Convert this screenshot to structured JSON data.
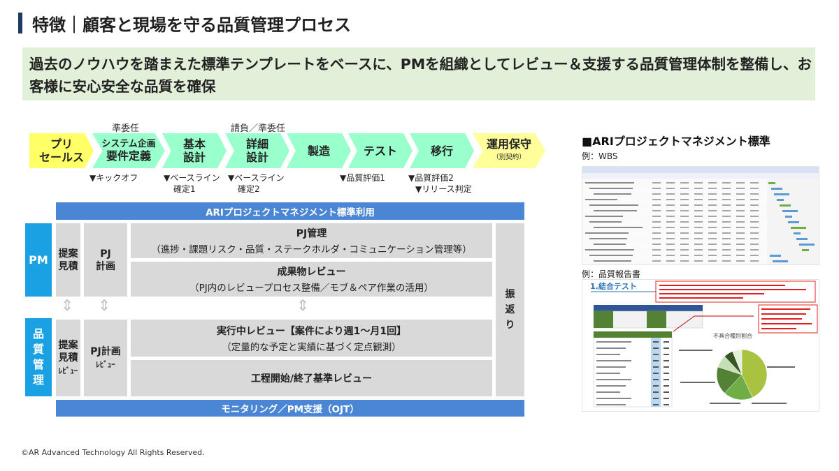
{
  "header": {
    "title": "特徴｜顧客と現場を守る品質管理プロセス"
  },
  "banner": {
    "text": "過去のノウハウを踏まえた標準テンプレートをベースに、PMを組織としてレビュー＆支援する品質管理体制を整備し、お客様に安心安全な品質を確保"
  },
  "phases": [
    {
      "label_line1": "プリ",
      "label_line2": "セールス"
    },
    {
      "label_line1": "システム企画",
      "label_line2": "要件定義",
      "above": "準委任"
    },
    {
      "label_line1": "基本",
      "label_line2": "設計"
    },
    {
      "label_line1": "詳細",
      "label_line2": "設計",
      "above": "請負／準委任"
    },
    {
      "label_line1": "製造"
    },
    {
      "label_line1": "テスト"
    },
    {
      "label_line1": "移行"
    },
    {
      "label_line1": "運用保守",
      "label_line2": "（別契約）"
    }
  ],
  "milestones": [
    {
      "text": "▼キックオフ"
    },
    {
      "line1": "▼ベースライン",
      "line2": "確定1"
    },
    {
      "line1": "▼ベースライン",
      "line2": "確定2"
    },
    {
      "text": "▼品質評価1"
    },
    {
      "line1": "▼品質評価2",
      "line2": "▼リリース判定"
    }
  ],
  "framework": {
    "top_bar": "ARIプロジェクトマネジメント標準利用",
    "bottom_bar": "モニタリング／PM支援（OJT）",
    "pm_label": "PM",
    "qa_label_chars": [
      "品",
      "質",
      "管",
      "理"
    ],
    "pm_estimate": {
      "line1": "提案",
      "line2": "見積"
    },
    "pm_plan": {
      "line1": "PJ",
      "line2": "計画"
    },
    "pj_management": {
      "title": "PJ管理",
      "sub": "（進捗・課題リスク・品質・ステークホルダ・コミュニケーション管理等）"
    },
    "deliverable_review": {
      "title": "成果物レビュー",
      "sub": "（PJ内のレビュープロセス整備／モブ＆ペア作業の活用）"
    },
    "furikaeri_chars": [
      "振",
      "返",
      "り"
    ],
    "qa_estimate": {
      "line1": "提案",
      "line2": "見積",
      "line3": "ﾚﾋﾞｭｰ"
    },
    "qa_plan": {
      "line1": "PJ計画",
      "line2": "ﾚﾋﾞｭｰ"
    },
    "in_progress_review": {
      "title": "実行中レビュー【案件により週1～月1回】",
      "sub": "（定量的な予定と実績に基づく定点観測）"
    },
    "phase_gate_review": {
      "title": "工程開始/終了基準レビュー"
    },
    "arrow_glyph": "⇕"
  },
  "right_panel": {
    "title": "■ARIプロジェクトマネジメント標準",
    "wbs_label": "例：WBS",
    "report_label": "例：品質報告書",
    "report_heading": "1.結合テスト",
    "pie_title": "不具合種別割合"
  },
  "footer": {
    "copyright": "©AR Advanced Technology All Rights Reserved."
  },
  "colors": {
    "navy": "#1f3864",
    "banner_green": "#e2efd9",
    "phase_green": "#99ffcc",
    "phase_yellow": "#ffff66",
    "blue_bar": "#4a86d4",
    "cyan_box": "#1aa1e3",
    "grey_box": "#d9d9d9"
  }
}
